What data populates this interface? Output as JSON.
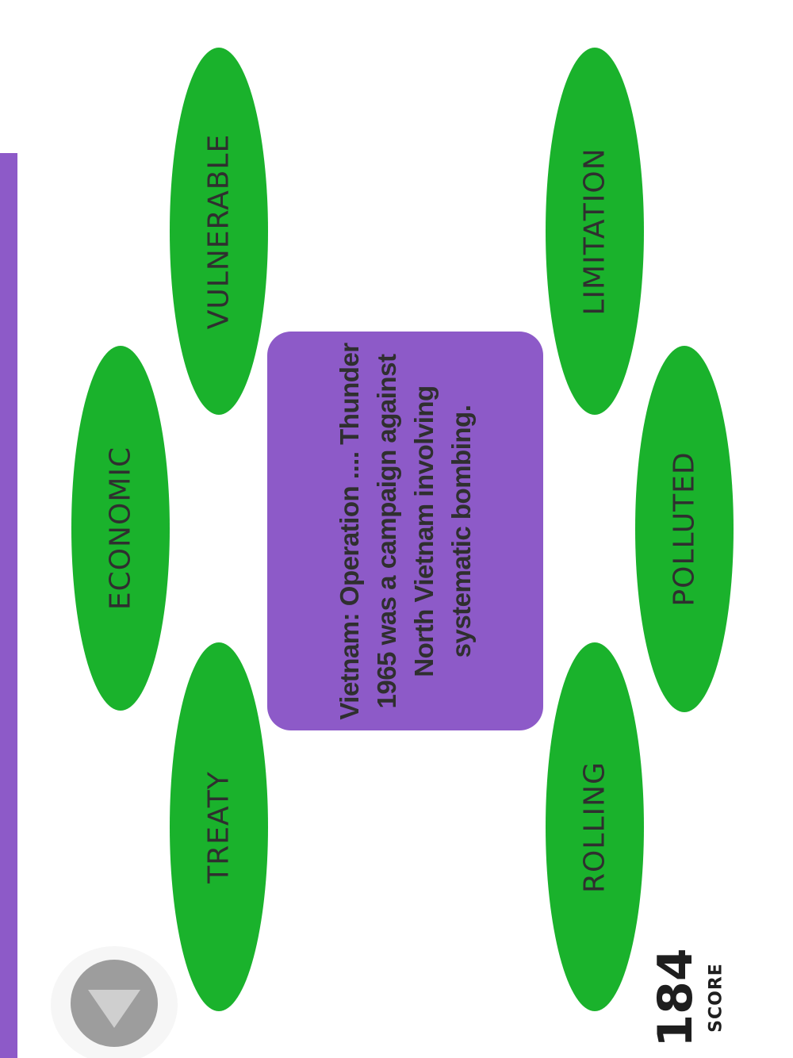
{
  "clue": {
    "text": "Vietnam: Operation .... Thunder 1965 was a campaign against North Vietnam involving systematic bombing."
  },
  "answers": [
    {
      "id": "economic",
      "label": "ECONOMIC"
    },
    {
      "id": "vulnerable",
      "label": "VULNERABLE"
    },
    {
      "id": "treaty",
      "label": "TREATY"
    },
    {
      "id": "limitation",
      "label": "LIMITATION"
    },
    {
      "id": "polluted",
      "label": "POLLUTED"
    },
    {
      "id": "rolling",
      "label": "ROLLING"
    }
  ],
  "score": {
    "value": "184",
    "label": "SCORE"
  },
  "colors": {
    "oval": "#1ab22c",
    "card": "#8d5ac8",
    "text": "#2f2f2f",
    "button": "#9d9d9d"
  },
  "icons": {
    "down_button": "down-triangle-icon"
  }
}
